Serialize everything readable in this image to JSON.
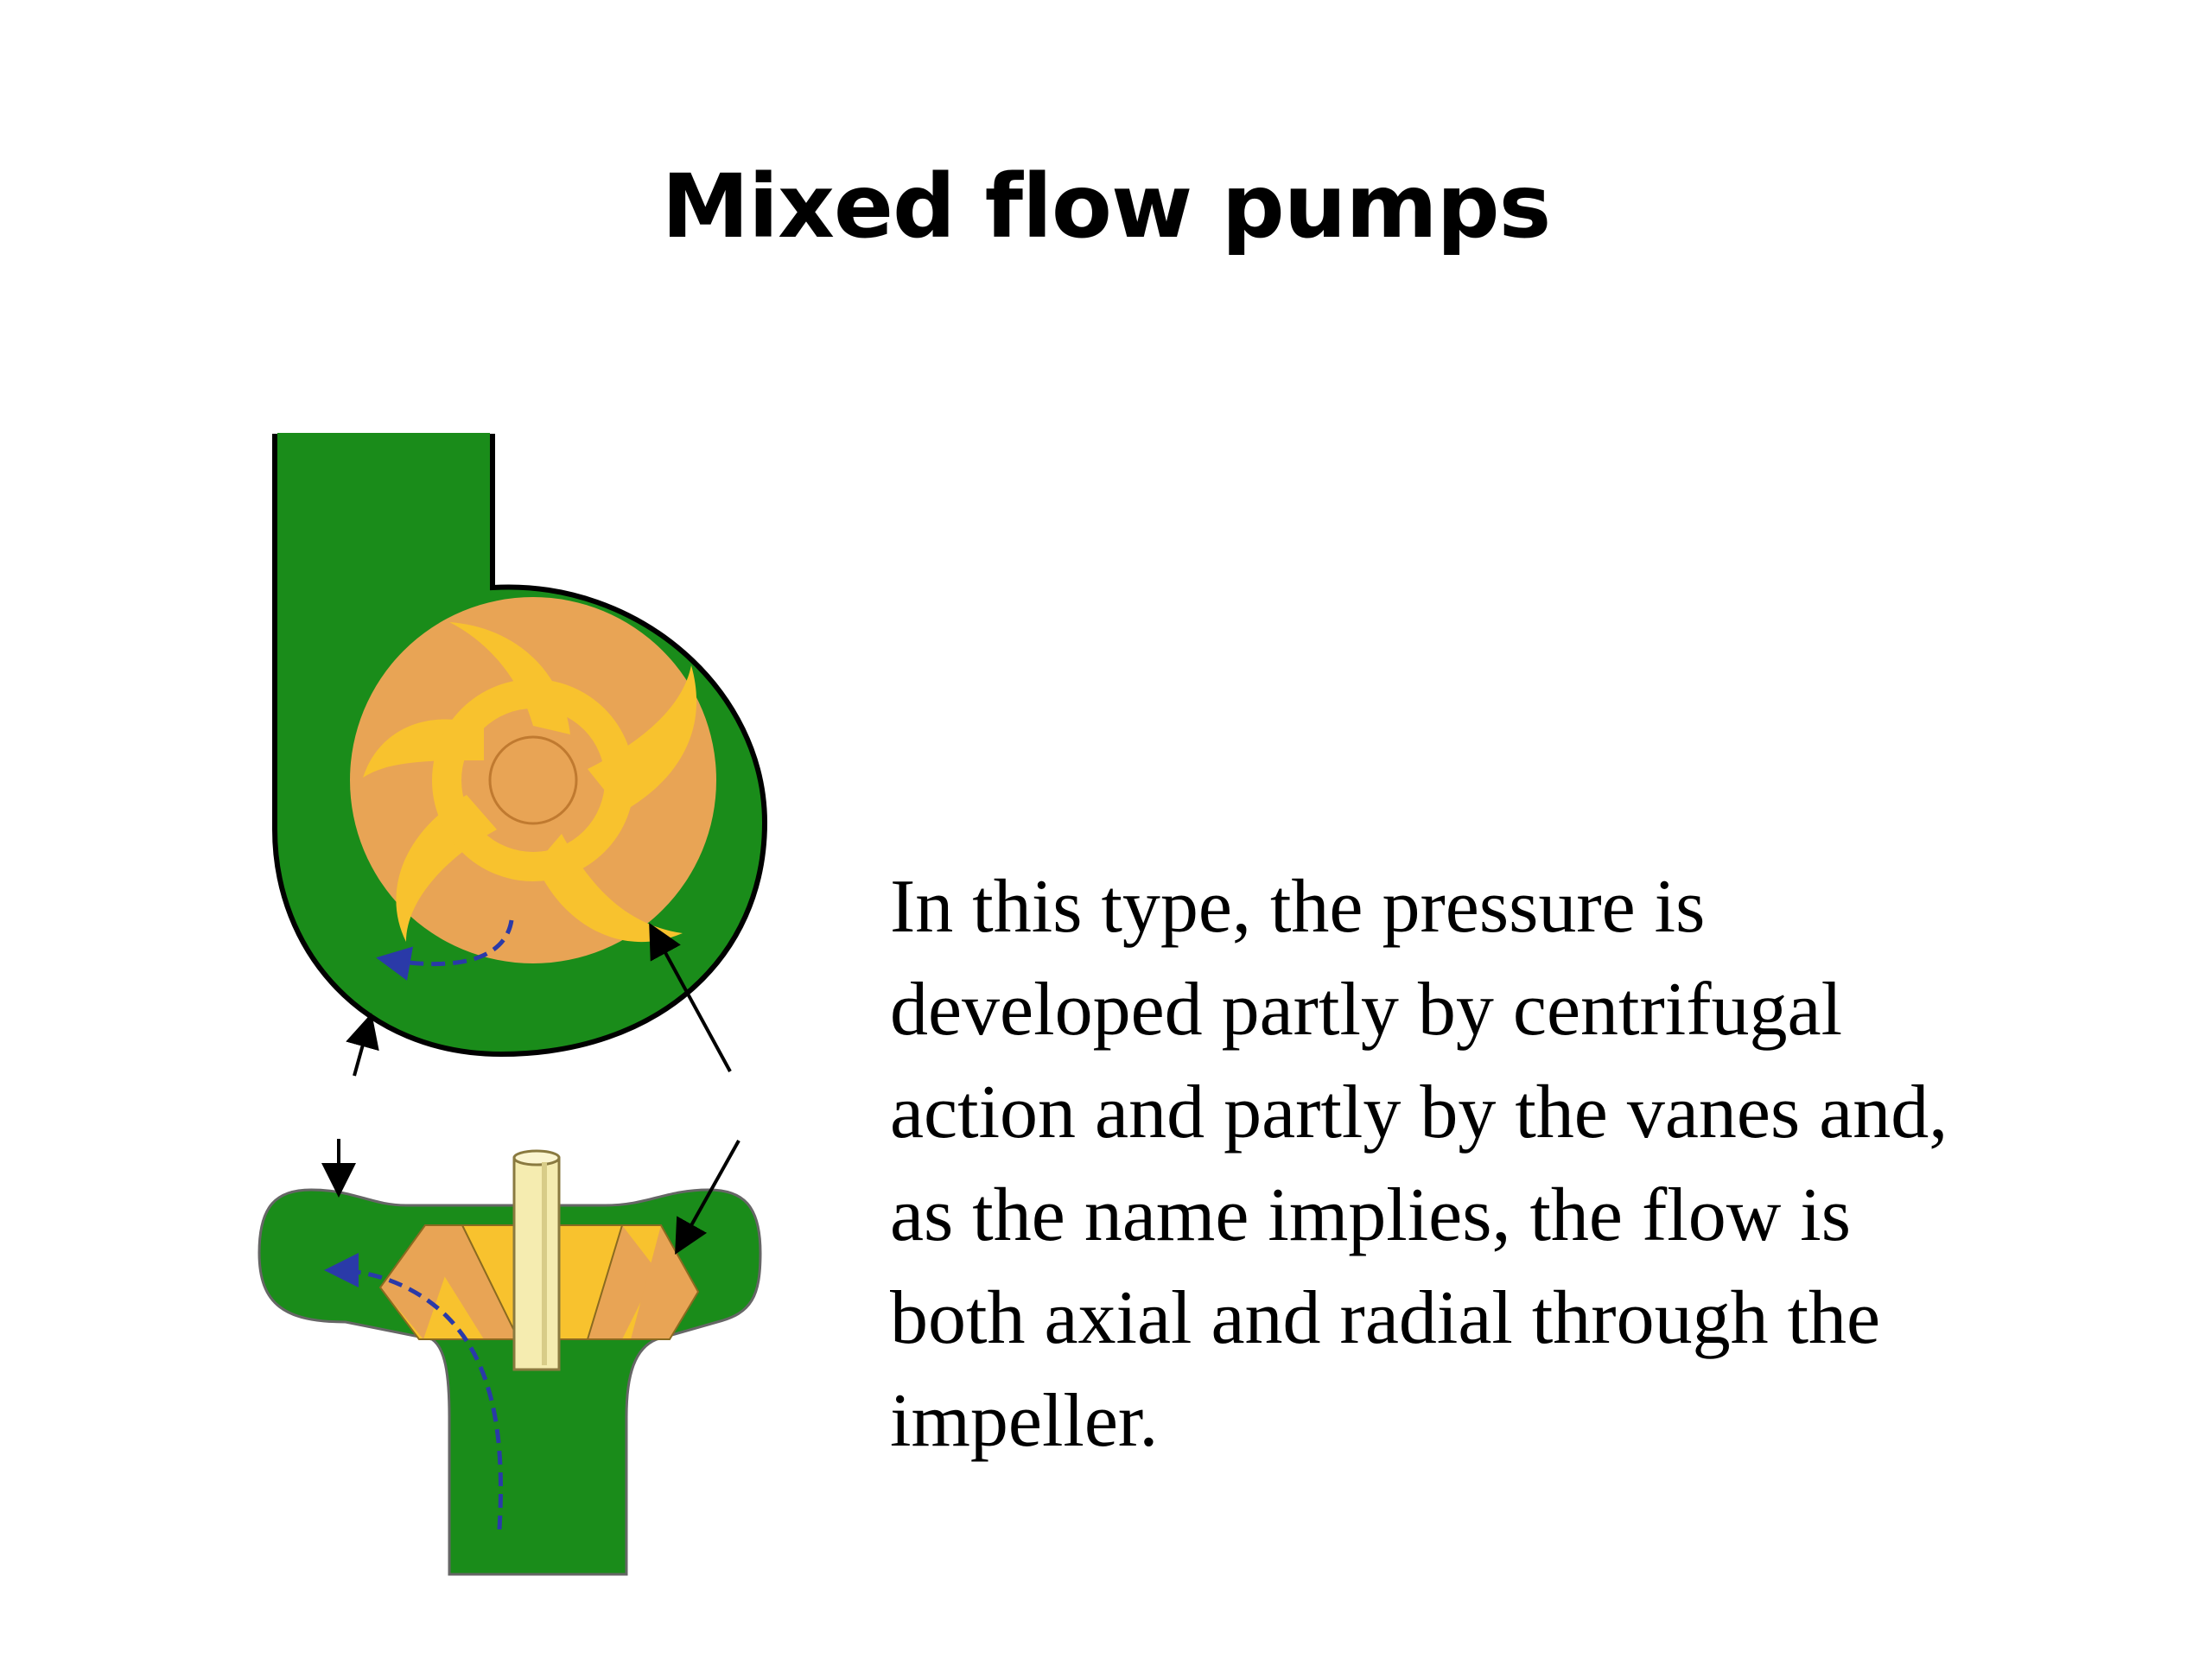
{
  "slide": {
    "title": "Mixed flow pumps",
    "description_lines": [
      "In this type, the pressure is",
      "developed partly by centrifugal",
      "action and partly by the vanes and,",
      "as the name implies, the flow is",
      "both axial and radial through the",
      "impeller."
    ]
  },
  "colors": {
    "casing_green": "#1a8c1a",
    "impeller_orange": "#e8a455",
    "vane_yellow": "#f8c22e",
    "shaft_cream": "#f5ecb0",
    "flow_arrow_blue": "#2a3aa8"
  }
}
